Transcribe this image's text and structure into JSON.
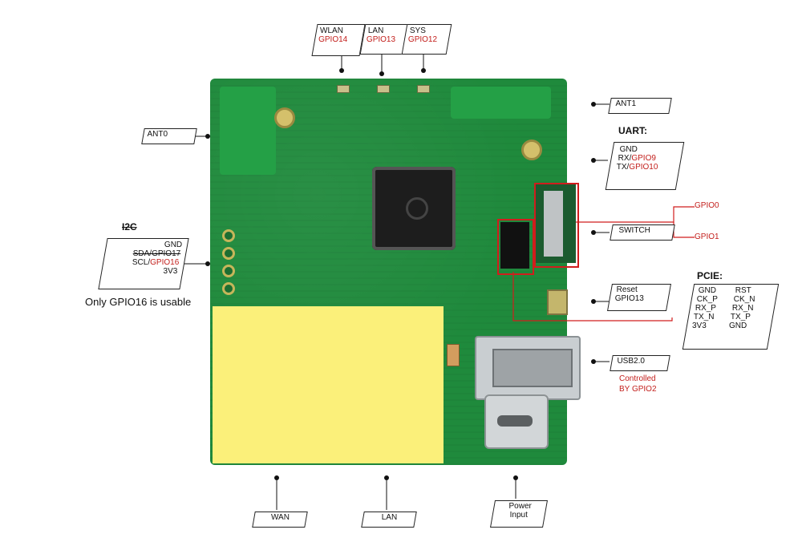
{
  "top_labels": {
    "wlan": {
      "name": "WLAN",
      "gpio": "GPIO14"
    },
    "lan": {
      "name": "LAN",
      "gpio": "GPIO13"
    },
    "sys": {
      "name": "SYS",
      "gpio": "GPIO12"
    }
  },
  "left": {
    "ant0": "ANT0",
    "i2c": "I2C",
    "i2c_pins": {
      "gnd": "GND",
      "sda": "SDA/GPIO17",
      "scl_prefix": "SCL/",
      "scl_gpio": "GPIO16",
      "v33": "3V3"
    },
    "note": "Only GPIO16 is usable"
  },
  "right": {
    "ant1": "ANT1",
    "uart": {
      "title": "UART:",
      "gnd": "GND",
      "rx_prefix": "RX/",
      "rx_gpio": "GPIO9",
      "tx_prefix": "TX/",
      "tx_gpio": "GPIO10"
    },
    "switch": {
      "label": "SWITCH",
      "gpio0": "GPIO0",
      "gpio1": "GPIO1"
    },
    "pcie": {
      "title": "PCIE:",
      "rows": [
        [
          "GND",
          "RST"
        ],
        [
          "CK_P",
          "CK_N"
        ],
        [
          "RX_P",
          "RX_N"
        ],
        [
          "TX_N",
          "TX_P"
        ],
        [
          "3V3",
          "GND"
        ]
      ]
    },
    "reset": {
      "line1": "Reset",
      "line2": "GPIO13"
    },
    "usb": {
      "label": "USB2.0",
      "note_line1": "Controlled",
      "note_line2": "BY GPIO2"
    }
  },
  "bottom": {
    "wan": "WAN",
    "lan": "LAN",
    "power": {
      "line1": "Power",
      "line2": "Input"
    }
  },
  "colors": {
    "board": "#1f8a3c",
    "accent_red": "#c3201d",
    "yellow_block": "#fbf07a"
  }
}
